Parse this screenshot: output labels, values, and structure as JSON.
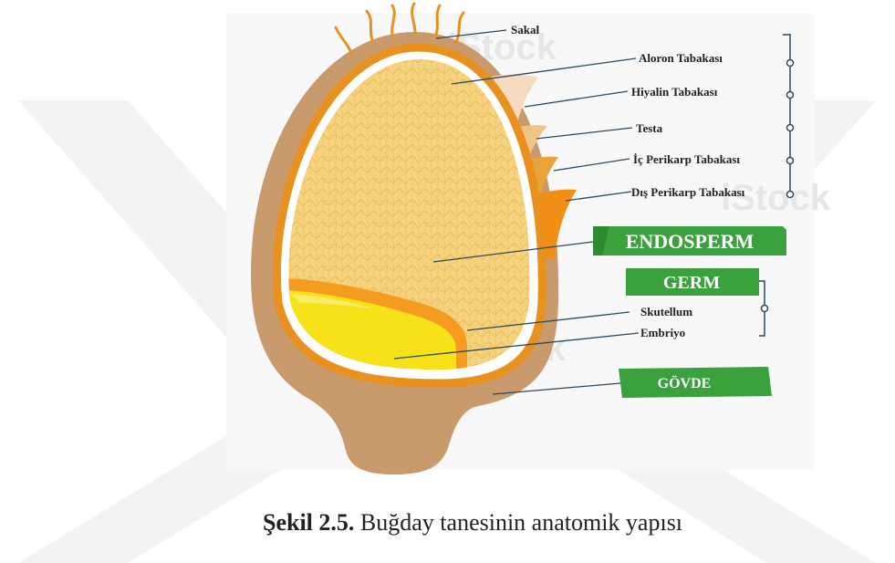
{
  "labels": {
    "sakal": "Sakal",
    "aloron": "Aloron Tabakası",
    "hiyalin": "Hiyalin Tabakası",
    "testa": "Testa",
    "ic_perikarp": "İç Perikarp Tabakası",
    "dis_perikarp": "Dış Perikarp Tabakası",
    "endosperm": "ENDOSPERM",
    "germ": "GERM",
    "skutellum": "Skutellum",
    "embriyo": "Embriyo",
    "govde": "GÖVDE"
  },
  "watermark": "iStock",
  "caption": {
    "number": "Şekil 2.5.",
    "text": "Buğday tanesinin anatomik yapısı"
  },
  "colors": {
    "green_badge": "#3aa13c",
    "bran_orange": "#e8911e",
    "endosperm_fill": "#f6d37e",
    "germ_yellow": "#f7e21a",
    "husk_brown": "#c89a6c",
    "chevron_grey": "#f2f2f2"
  }
}
